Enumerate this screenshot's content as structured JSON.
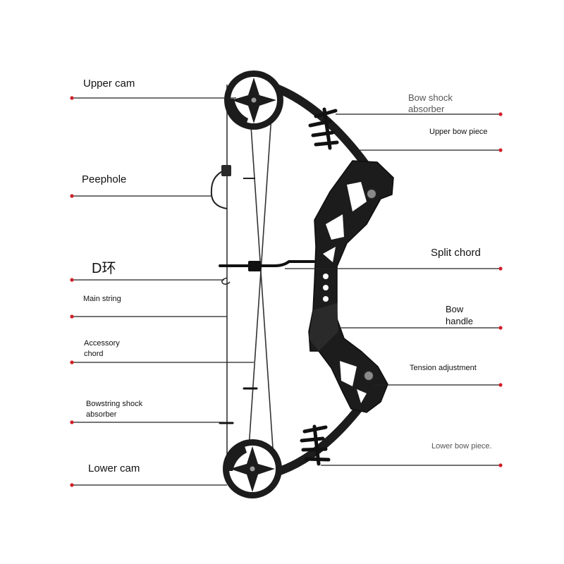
{
  "labels": {
    "upper_cam": "Upper cam",
    "peephole": "Peephole",
    "d_ring": "D环",
    "main_string": "Main string",
    "accessory_chord_1": "Accessory",
    "accessory_chord_2": "chord",
    "bowstring_shock_1": "Bowstring shock",
    "bowstring_shock_2": "absorber",
    "lower_cam": "Lower cam",
    "bow_shock_1": "Bow shock",
    "bow_shock_2": "absorber",
    "upper_bow_piece": "Upper bow piece",
    "split_chord": "Split chord",
    "bow_handle_1": "Bow",
    "bow_handle_2": "handle",
    "tension_adjustment": "Tension adjustment",
    "lower_bow_piece": "Lower bow piece."
  },
  "colors": {
    "marker": "#d0202a",
    "leader": "#222222",
    "bow": "#1c1c1c"
  }
}
